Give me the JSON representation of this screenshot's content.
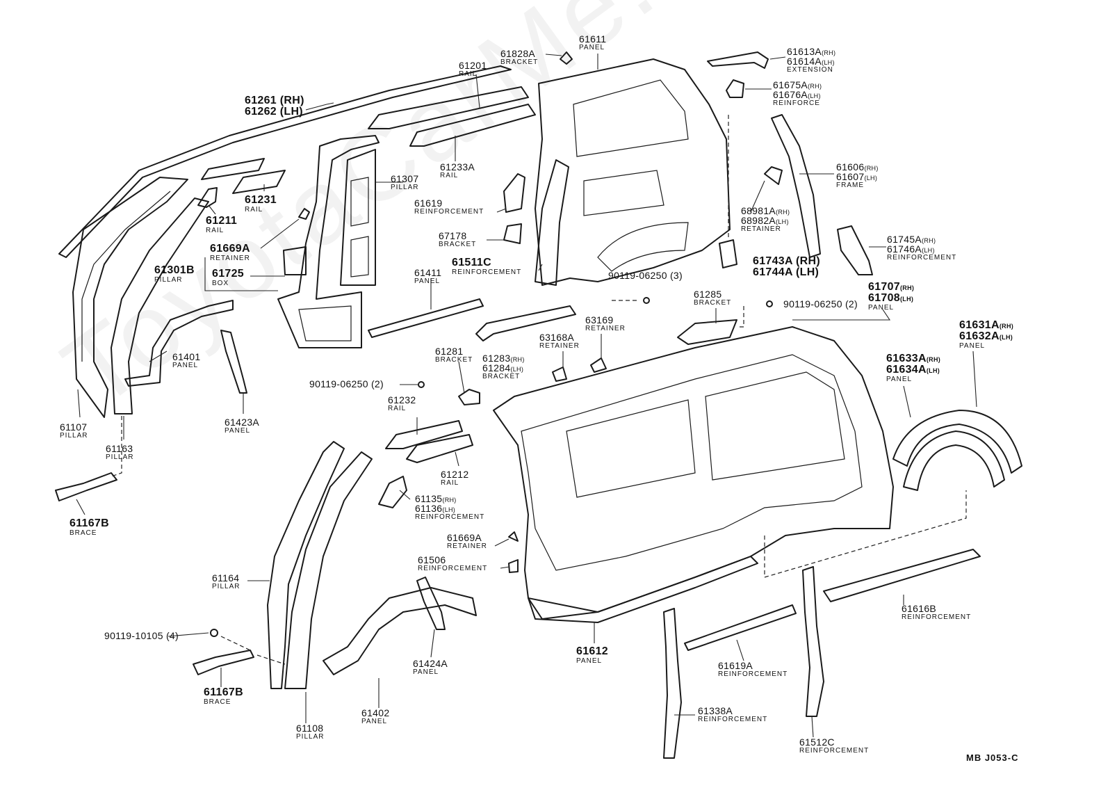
{
  "watermark": "ToyotaCarMe.ru",
  "reference": "MB  J053-C",
  "labels": {
    "l61261": {
      "lines": [
        "61261 (RH)",
        "61262 (LH)"
      ]
    },
    "l61201": {
      "pn": "61201",
      "name": "RAIL"
    },
    "l61611": {
      "pn": "61611",
      "name": "PANEL"
    },
    "l61828A": {
      "pn": "61828A",
      "name": "BRACKET"
    },
    "l61613A": {
      "pn1": "61613A",
      "side1": "(RH)",
      "pn2": "61614A",
      "side2": "(LH)",
      "name": "EXTENSION"
    },
    "l61675A": {
      "pn1": "61675A",
      "side1": "(RH)",
      "pn2": "61676A",
      "side2": "(LH)",
      "name": "REINFORCE"
    },
    "l61233A": {
      "pn": "61233A",
      "name": "RAIL"
    },
    "l61307": {
      "pn": "61307",
      "name": "PILLAR"
    },
    "l61231": {
      "pn": "61231",
      "name": "RAIL"
    },
    "l61211": {
      "pn": "61211",
      "name": "RAIL"
    },
    "l61619": {
      "pn": "61619",
      "name": "REINFORCEMENT"
    },
    "l61606": {
      "pn1": "61606",
      "side1": "(RH)",
      "pn2": "61607",
      "side2": "(LH)",
      "name": "FRAME"
    },
    "l68981A": {
      "pn1": "68981A",
      "side1": "(RH)",
      "pn2": "68982A",
      "side2": "(LH)",
      "name": "RETAINER"
    },
    "l61669A_top": {
      "pn": "61669A",
      "name": "RETAINER"
    },
    "l61301B": {
      "pn": "61301B",
      "name": "PILLAR"
    },
    "l61725": {
      "pn": "61725",
      "name": "BOX"
    },
    "l67178": {
      "pn": "67178",
      "name": "BRACKET"
    },
    "l61511C": {
      "pn": "61511C",
      "name": "REINFORCEMENT"
    },
    "l61411": {
      "pn": "61411",
      "name": "PANEL"
    },
    "l61743A": {
      "lines": [
        "61743A (RH)",
        "61744A (LH)"
      ]
    },
    "l61745A": {
      "pn1": "61745A",
      "side1": "(RH)",
      "pn2": "61746A",
      "side2": "(LH)",
      "name": "REINFORCEMENT"
    },
    "l90119_3": {
      "text": "90119-06250 (3)"
    },
    "l61285": {
      "pn": "61285",
      "name": "BRACKET"
    },
    "l90119_2r": {
      "text": "90119-06250 (2)"
    },
    "l61707": {
      "pn1": "61707",
      "side1": "(RH)",
      "pn2": "61708",
      "side2": "(LH)",
      "name": "PANEL"
    },
    "l61631A": {
      "pn1": "61631A",
      "side1": "(RH)",
      "pn2": "61632A",
      "side2": "(LH)",
      "name": "PANEL"
    },
    "l63169": {
      "pn": "63169",
      "name": "RETAINER"
    },
    "l63168A": {
      "pn": "63168A",
      "name": "RETAINER"
    },
    "l61281": {
      "pn": "61281",
      "name": "BRACKET"
    },
    "l61283": {
      "pn1": "61283",
      "side1": "(RH)",
      "pn2": "61284",
      "side2": "(LH)",
      "name": "BRACKET"
    },
    "l61401": {
      "pn": "61401",
      "name": "PANEL"
    },
    "l90119_2l": {
      "text": "90119-06250 (2)"
    },
    "l61633A": {
      "pn1": "61633A",
      "side1": "(RH)",
      "pn2": "61634A",
      "side2": "(LH)",
      "name": "PANEL"
    },
    "l61232": {
      "pn": "61232",
      "name": "RAIL"
    },
    "l61107": {
      "pn": "61107",
      "name": "PILLAR"
    },
    "l61423A": {
      "pn": "61423A",
      "name": "PANEL"
    },
    "l61163": {
      "pn": "61163",
      "name": "PILLAR"
    },
    "l61212": {
      "pn": "61212",
      "name": "RAIL"
    },
    "l61167B_top": {
      "pn": "61167B",
      "name": "BRACE"
    },
    "l61135": {
      "pn1": "61135",
      "side1": "(RH)",
      "pn2": "61136",
      "side2": "(LH)",
      "name": "REINFORCEMENT"
    },
    "l61669A_mid": {
      "pn": "61669A",
      "name": "RETAINER"
    },
    "l61506": {
      "pn": "61506",
      "name": "REINFORCEMENT"
    },
    "l61164": {
      "pn": "61164",
      "name": "PILLAR"
    },
    "l61616B": {
      "pn": "61616B",
      "name": "REINFORCEMENT"
    },
    "l90119_10105": {
      "text": "90119-10105 (4)"
    },
    "l61424A": {
      "pn": "61424A",
      "name": "PANEL"
    },
    "l61612": {
      "pn": "61612",
      "name": "PANEL"
    },
    "l61619A": {
      "pn": "61619A",
      "name": "REINFORCEMENT"
    },
    "l61167B_bot": {
      "pn": "61167B",
      "name": "BRACE"
    },
    "l61402": {
      "pn": "61402",
      "name": "PANEL"
    },
    "l61338A": {
      "pn": "61338A",
      "name": "REINFORCEMENT"
    },
    "l61108": {
      "pn": "61108",
      "name": "PILLAR"
    },
    "l61512C": {
      "pn": "61512C",
      "name": "REINFORCEMENT"
    }
  }
}
